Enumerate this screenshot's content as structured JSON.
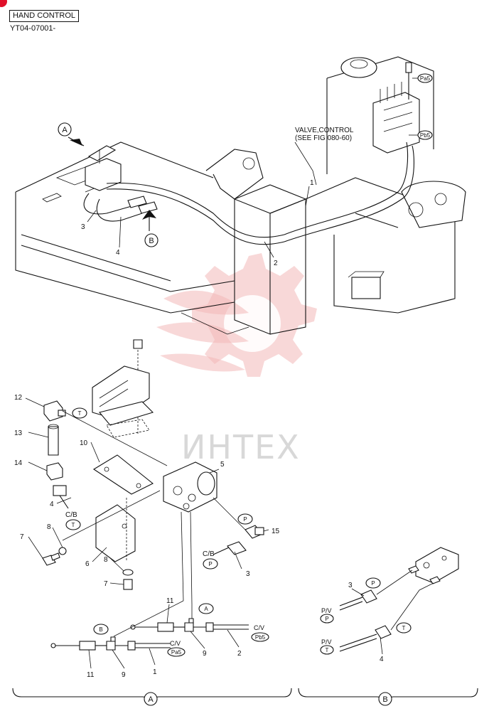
{
  "header": {
    "title": "HAND CONTROL",
    "code": "YT04-07001-"
  },
  "overview": {
    "callout_a": "A",
    "callout_b": "B",
    "valve_label_1": "VALVE,CONTROL",
    "valve_label_2": "(SEE FIG 080-60)",
    "port_pa5": "Pa5",
    "port_pb5": "Pb5",
    "callouts": [
      "1",
      "2",
      "3",
      "4"
    ]
  },
  "exploded": {
    "callouts": {
      "c12": "12",
      "c13": "13",
      "c14": "14",
      "c10": "10",
      "c5": "5",
      "c4": "4",
      "c7a": "7",
      "c8a": "8",
      "c6": "6",
      "c8b": "8",
      "c7b": "7",
      "c15": "15",
      "c3": "3"
    },
    "tags": {
      "t_top": "T",
      "t_cb": "T",
      "p_right": "P",
      "p_cb": "P"
    },
    "port_cb_1": "C/B",
    "port_cb_2": "C/B"
  },
  "detail_a": {
    "tag_b": "B",
    "tag_a": "A",
    "callouts": {
      "c11a": "11",
      "c9a": "9",
      "c1": "1",
      "c11b": "11",
      "c9b": "9",
      "c2": "2"
    },
    "cv_1": "C/V",
    "cv_2": "C/V",
    "pa5": "Pa5",
    "pb5": "Pb5"
  },
  "detail_b": {
    "tag_p": "P",
    "tag_t": "T",
    "pv_1": "P/V",
    "pv_2": "P/V",
    "p_circle": "P",
    "t_circle": "T",
    "c3": "3",
    "c4": "4"
  },
  "footer": {
    "section_a": "A",
    "section_b": "B"
  },
  "watermark": {
    "text": "ИНТЕХ",
    "accent": "#f3b8b8"
  }
}
